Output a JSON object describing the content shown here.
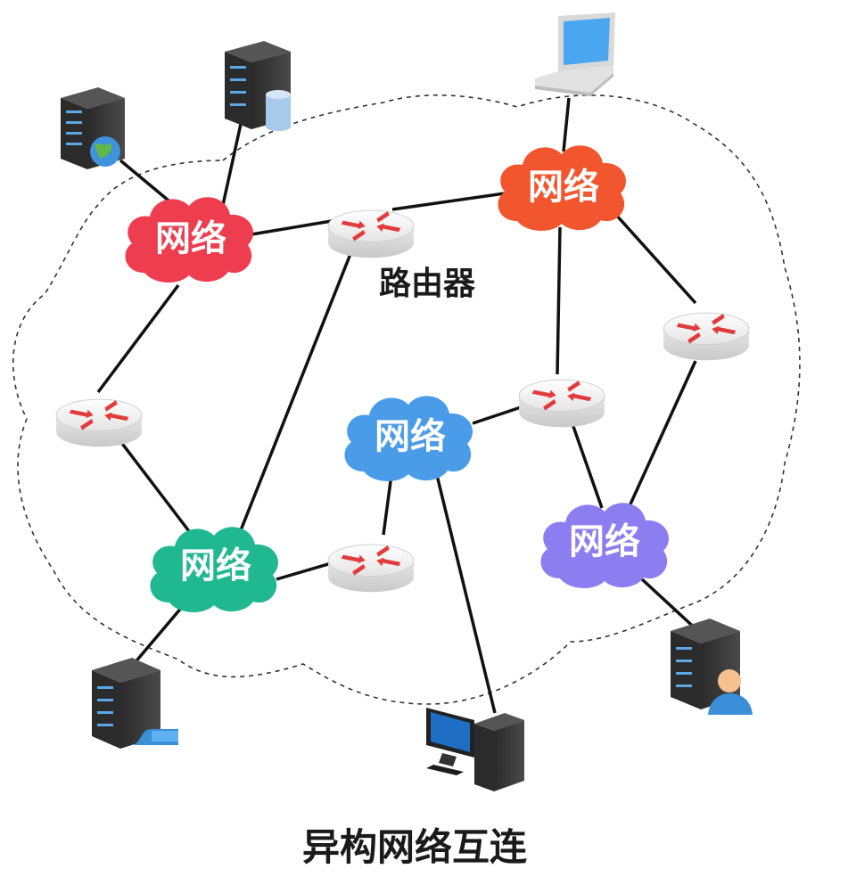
{
  "router_label": "路由器",
  "caption": "异构网络互连",
  "networks": [
    {
      "label": "网络",
      "color": "#ee3d4f"
    },
    {
      "label": "网络",
      "color": "#f2562e"
    },
    {
      "label": "网络",
      "color": "#4a9be8"
    },
    {
      "label": "网络",
      "color": "#1fb891"
    },
    {
      "label": "网络",
      "color": "#8c7ef0"
    }
  ],
  "icons": [
    "server-globe-icon",
    "server-database-icon",
    "laptop-icon",
    "server-video-icon",
    "desktop-computer-icon",
    "server-user-icon",
    "router-icon"
  ]
}
